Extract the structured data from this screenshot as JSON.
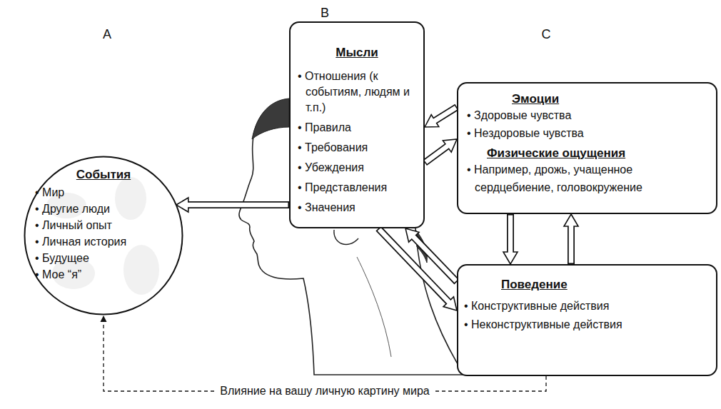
{
  "diagram": {
    "nodes": [
      {
        "text": [
          "События",
          "• Мир",
          "• Другие люди",
          "• Личный опыт",
          "• Личная история",
          "• Будущее",
          "• Мое “я”"
        ]
      },
      {
        "text": [
          "Мысли",
          "• Отношения (к событиям, людям и т.п.)",
          "• Правила",
          "• Требования",
          "• Убеждения",
          "• Представления",
          "• Значения"
        ]
      },
      {
        "text": [
          "Эмоции",
          "• Здоровые чувства",
          "• Нездоровые чувства",
          "Физические ощущения",
          "• Например, дрожь, учащенное сердцебиение, головокружение"
        ]
      },
      {
        "text": [
          "Поведение",
          "• Конструктивные действия",
          "• Неконструктивные действия"
        ]
      }
    ],
    "edges": [
      {
        "from": 1,
        "to": 0,
        "arrow": "to"
      },
      {
        "from": 2,
        "to": 1,
        "arrow": "to"
      },
      {
        "from": 1,
        "to": 2,
        "arrow": "to"
      },
      {
        "from": 2,
        "to": 3,
        "arrow": "to"
      },
      {
        "from": 3,
        "to": 2,
        "arrow": "to"
      },
      {
        "from": 3,
        "to": 1,
        "arrow": "to"
      },
      {
        "from": 1,
        "to": 3,
        "arrow": "to"
      },
      {
        "from": 3,
        "to": 0,
        "label": "Влияние на вашу личную картину мира",
        "arrow": "to"
      }
    ],
    "labels": [
      "A",
      "B",
      "C"
    ]
  }
}
